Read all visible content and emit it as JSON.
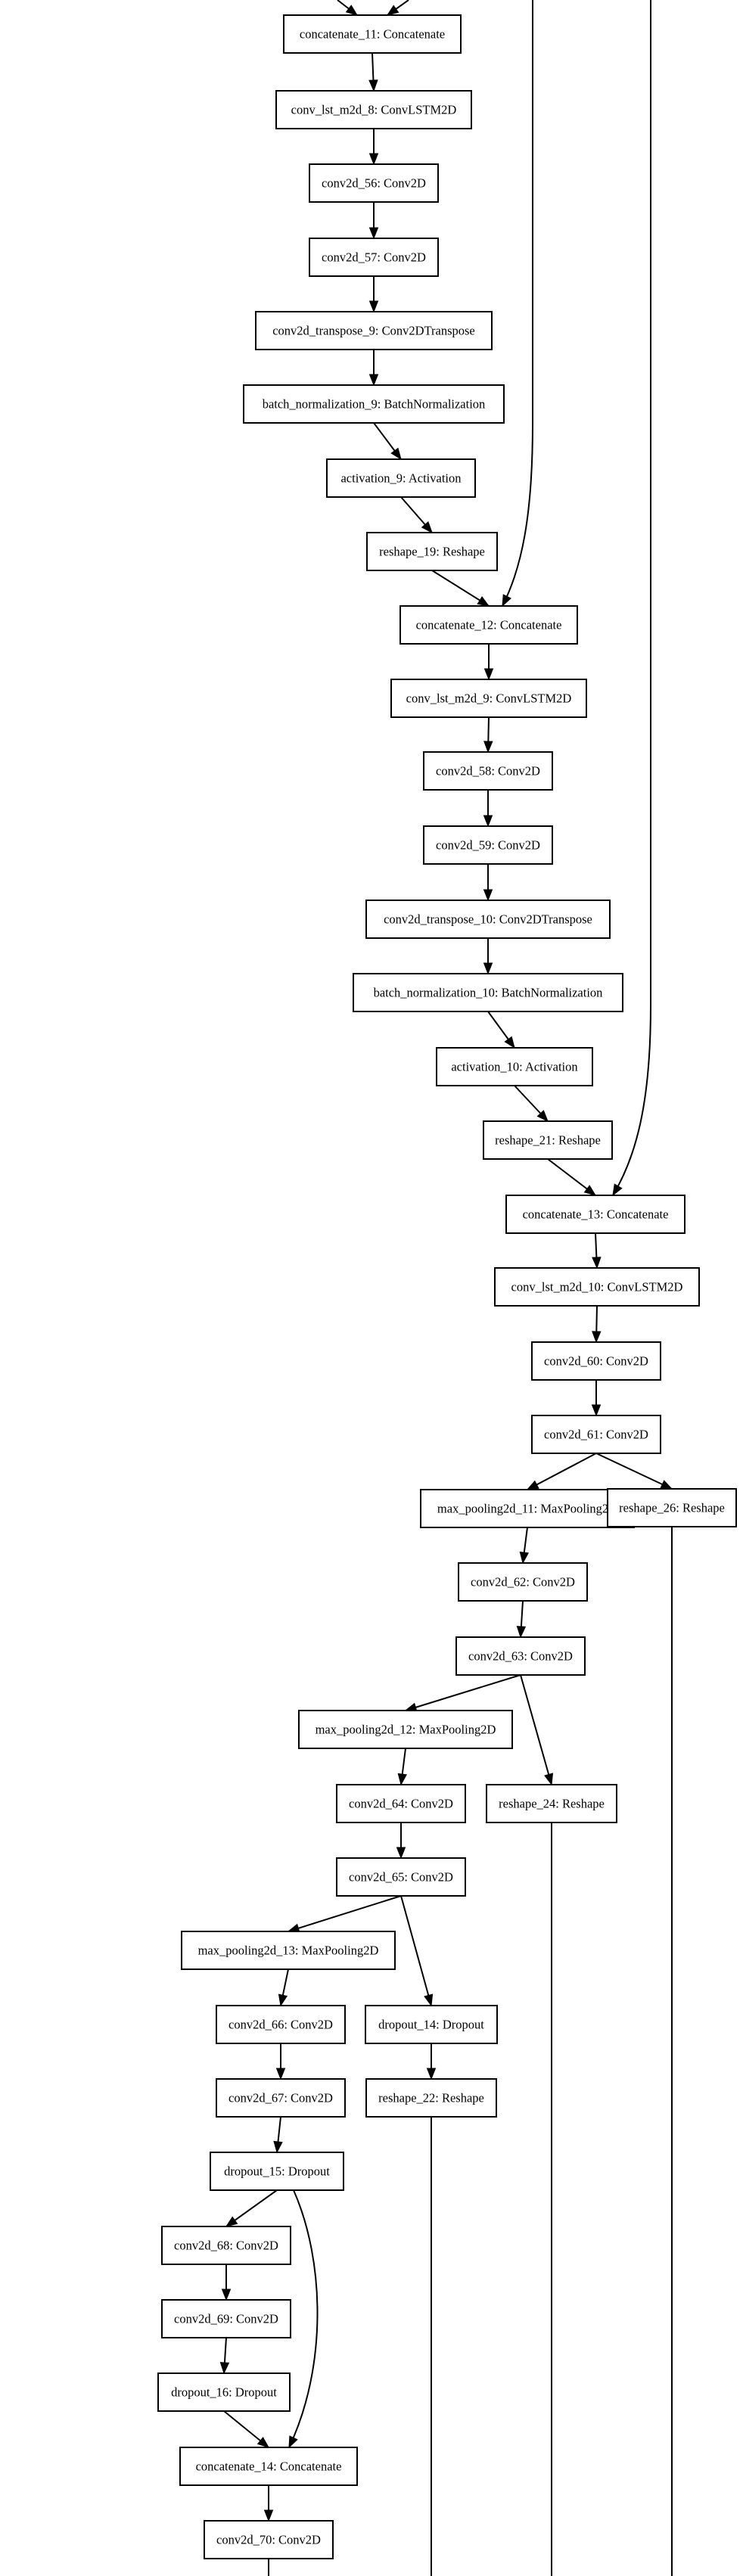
{
  "diagram": {
    "type": "flow-graph",
    "nodes": [
      {
        "id": "concatenate_11",
        "label": "concatenate_11: Concatenate"
      },
      {
        "id": "conv_lst_m2d_8",
        "label": "conv_lst_m2d_8: ConvLSTM2D"
      },
      {
        "id": "conv2d_56",
        "label": "conv2d_56: Conv2D"
      },
      {
        "id": "conv2d_57",
        "label": "conv2d_57: Conv2D"
      },
      {
        "id": "conv2d_transpose_9",
        "label": "conv2d_transpose_9: Conv2DTranspose"
      },
      {
        "id": "batch_normalization_9",
        "label": "batch_normalization_9: BatchNormalization"
      },
      {
        "id": "activation_9",
        "label": "activation_9: Activation"
      },
      {
        "id": "reshape_19",
        "label": "reshape_19: Reshape"
      },
      {
        "id": "concatenate_12",
        "label": "concatenate_12: Concatenate"
      },
      {
        "id": "conv_lst_m2d_9",
        "label": "conv_lst_m2d_9: ConvLSTM2D"
      },
      {
        "id": "conv2d_58",
        "label": "conv2d_58: Conv2D"
      },
      {
        "id": "conv2d_59",
        "label": "conv2d_59: Conv2D"
      },
      {
        "id": "conv2d_transpose_10",
        "label": "conv2d_transpose_10: Conv2DTranspose"
      },
      {
        "id": "batch_normalization_10",
        "label": "batch_normalization_10: BatchNormalization"
      },
      {
        "id": "activation_10",
        "label": "activation_10: Activation"
      },
      {
        "id": "reshape_21",
        "label": "reshape_21: Reshape"
      },
      {
        "id": "concatenate_13",
        "label": "concatenate_13: Concatenate"
      },
      {
        "id": "conv_lst_m2d_10",
        "label": "conv_lst_m2d_10: ConvLSTM2D"
      },
      {
        "id": "conv2d_60",
        "label": "conv2d_60: Conv2D"
      },
      {
        "id": "conv2d_61",
        "label": "conv2d_61: Conv2D"
      },
      {
        "id": "max_pooling2d_11",
        "label": "max_pooling2d_11: MaxPooling2D"
      },
      {
        "id": "reshape_26",
        "label": "reshape_26: Reshape"
      },
      {
        "id": "conv2d_62",
        "label": "conv2d_62: Conv2D"
      },
      {
        "id": "conv2d_63",
        "label": "conv2d_63: Conv2D"
      },
      {
        "id": "max_pooling2d_12",
        "label": "max_pooling2d_12: MaxPooling2D"
      },
      {
        "id": "reshape_24",
        "label": "reshape_24: Reshape"
      },
      {
        "id": "conv2d_64",
        "label": "conv2d_64: Conv2D"
      },
      {
        "id": "conv2d_65",
        "label": "conv2d_65: Conv2D"
      },
      {
        "id": "max_pooling2d_13",
        "label": "max_pooling2d_13: MaxPooling2D"
      },
      {
        "id": "dropout_14",
        "label": "dropout_14: Dropout"
      },
      {
        "id": "conv2d_66",
        "label": "conv2d_66: Conv2D"
      },
      {
        "id": "reshape_22",
        "label": "reshape_22: Reshape"
      },
      {
        "id": "conv2d_67",
        "label": "conv2d_67: Conv2D"
      },
      {
        "id": "dropout_15",
        "label": "dropout_15: Dropout"
      },
      {
        "id": "conv2d_68",
        "label": "conv2d_68: Conv2D"
      },
      {
        "id": "conv2d_69",
        "label": "conv2d_69: Conv2D"
      },
      {
        "id": "dropout_16",
        "label": "dropout_16: Dropout"
      },
      {
        "id": "concatenate_14",
        "label": "concatenate_14: Concatenate"
      },
      {
        "id": "conv2d_70",
        "label": "conv2d_70: Conv2D"
      }
    ],
    "edges": [
      {
        "from": "concatenate_11",
        "to": "conv_lst_m2d_8"
      },
      {
        "from": "conv_lst_m2d_8",
        "to": "conv2d_56"
      },
      {
        "from": "conv2d_56",
        "to": "conv2d_57"
      },
      {
        "from": "conv2d_57",
        "to": "conv2d_transpose_9"
      },
      {
        "from": "conv2d_transpose_9",
        "to": "batch_normalization_9"
      },
      {
        "from": "batch_normalization_9",
        "to": "activation_9"
      },
      {
        "from": "activation_9",
        "to": "reshape_19"
      },
      {
        "from": "reshape_19",
        "to": "concatenate_12"
      },
      {
        "from": "concatenate_12",
        "to": "conv_lst_m2d_9"
      },
      {
        "from": "conv_lst_m2d_9",
        "to": "conv2d_58"
      },
      {
        "from": "conv2d_58",
        "to": "conv2d_59"
      },
      {
        "from": "conv2d_59",
        "to": "conv2d_transpose_10"
      },
      {
        "from": "conv2d_transpose_10",
        "to": "batch_normalization_10"
      },
      {
        "from": "batch_normalization_10",
        "to": "activation_10"
      },
      {
        "from": "activation_10",
        "to": "reshape_21"
      },
      {
        "from": "reshape_21",
        "to": "concatenate_13"
      },
      {
        "from": "concatenate_13",
        "to": "conv_lst_m2d_10"
      },
      {
        "from": "conv_lst_m2d_10",
        "to": "conv2d_60"
      },
      {
        "from": "conv2d_60",
        "to": "conv2d_61"
      },
      {
        "from": "conv2d_61",
        "to": "max_pooling2d_11"
      },
      {
        "from": "conv2d_61",
        "to": "reshape_26"
      },
      {
        "from": "max_pooling2d_11",
        "to": "conv2d_62"
      },
      {
        "from": "conv2d_62",
        "to": "conv2d_63"
      },
      {
        "from": "conv2d_63",
        "to": "max_pooling2d_12"
      },
      {
        "from": "conv2d_63",
        "to": "reshape_24"
      },
      {
        "from": "max_pooling2d_12",
        "to": "conv2d_64"
      },
      {
        "from": "conv2d_64",
        "to": "conv2d_65"
      },
      {
        "from": "conv2d_65",
        "to": "max_pooling2d_13"
      },
      {
        "from": "conv2d_65",
        "to": "dropout_14"
      },
      {
        "from": "max_pooling2d_13",
        "to": "conv2d_66"
      },
      {
        "from": "dropout_14",
        "to": "reshape_22"
      },
      {
        "from": "conv2d_66",
        "to": "conv2d_67"
      },
      {
        "from": "conv2d_67",
        "to": "dropout_15"
      },
      {
        "from": "dropout_15",
        "to": "conv2d_68"
      },
      {
        "from": "dropout_15",
        "to": "concatenate_14"
      },
      {
        "from": "conv2d_68",
        "to": "conv2d_69"
      },
      {
        "from": "conv2d_69",
        "to": "dropout_16"
      },
      {
        "from": "dropout_16",
        "to": "concatenate_14"
      },
      {
        "from": "concatenate_14",
        "to": "conv2d_70"
      }
    ]
  }
}
